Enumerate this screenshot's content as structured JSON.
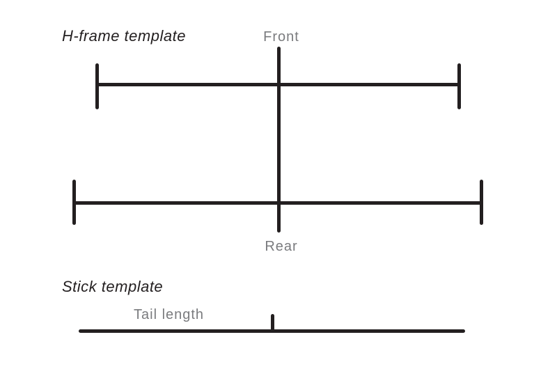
{
  "colors": {
    "line": "#231f20",
    "label": "#7a7b7e",
    "title": "#231f20",
    "background": "#ffffff"
  },
  "h_frame": {
    "title": "H-frame template",
    "front_label": "Front",
    "rear_label": "Rear"
  },
  "stick": {
    "title": "Stick template",
    "tail_label": "Tail length"
  }
}
